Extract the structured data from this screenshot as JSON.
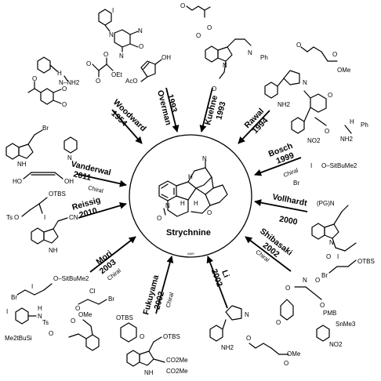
{
  "center": {
    "label": "Strychnine",
    "watermark": "AMIR"
  },
  "atoms": {
    "I": "I",
    "N": "N",
    "O": "O",
    "H": "H",
    "NH": "NH",
    "NH2": "NH2",
    "NHNH2": "N–NH2",
    "Br": "Br",
    "Cl": "Cl",
    "Ts": "Ts",
    "OH": "OH",
    "AcO": "AcO",
    "OEt": "OEt",
    "OMe": "OMe",
    "Ph": "Ph",
    "CN": "CN",
    "OTBS": "OTBS",
    "OSiBuMe2": "O–SitBuMe2",
    "PGN": "(PG)N",
    "PMB": "PMB",
    "SnMe3": "SnMe3",
    "NO2": "NO2",
    "Me2tBuSi": "Me2tBuSi",
    "CO2Me": "CO2Me",
    "HO": "HO",
    "Tsz": "Ts"
  },
  "syntheses": [
    {
      "id": "woodward",
      "name": "Woodward",
      "year": "1954",
      "chiral": ""
    },
    {
      "id": "overman",
      "name": "Overman",
      "year": "1993",
      "chiral": ""
    },
    {
      "id": "kuehne",
      "name": "Kuehne",
      "year": "1993",
      "chiral": ""
    },
    {
      "id": "rawal",
      "name": "Rawal",
      "year": "1994",
      "chiral": ""
    },
    {
      "id": "bosch",
      "name": "Bosch",
      "year": "1999",
      "chiral": "Chiral"
    },
    {
      "id": "vollhardt",
      "name": "Vollhardt",
      "year": "2000",
      "chiral": ""
    },
    {
      "id": "shibasaki",
      "name": "Shibasaki",
      "year": "2002",
      "chiral": "Chiral"
    },
    {
      "id": "li",
      "name": "Li",
      "year": "2002",
      "chiral": ""
    },
    {
      "id": "fukuyama",
      "name": "Fukuyama",
      "year": "2002",
      "chiral": "Chiral"
    },
    {
      "id": "mori",
      "name": "Mori",
      "year": "2003",
      "chiral": "Chiral"
    },
    {
      "id": "reissig",
      "name": "Reissig",
      "year": "2010",
      "chiral": ""
    },
    {
      "id": "vanderwal",
      "name": "Vanderwal",
      "year": "2011",
      "chiral": "Chiral"
    }
  ]
}
